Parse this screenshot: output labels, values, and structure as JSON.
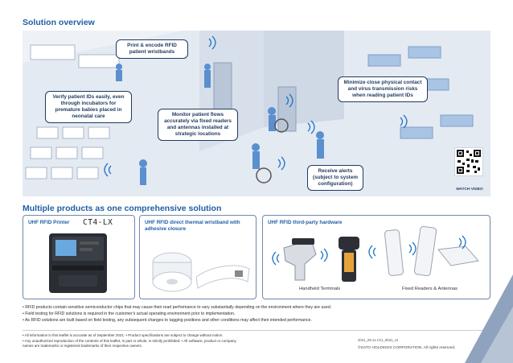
{
  "sections": {
    "solution_title": "Solution overview",
    "multi_title": "Multiple products as one comprehensive solution"
  },
  "callouts": {
    "print": "Print & encode RFID patient wristbands",
    "verify": "Verify patient IDs easily, even through incubators for premature babies placed in neonatal care",
    "monitor": "Monitor patient flows accurately via fixed readers and antennas installed at strategic locations",
    "minimize": "Minimize close physical contact and virus transmission risks when reading patient IDs",
    "alerts": "Receive alerts (subject to system configuration)"
  },
  "watch_video": "WATCH VIDEO",
  "products": {
    "printer_title": "UHF RFID Printer",
    "printer_model": "CT4-LX",
    "wristband_title": "UHF RFID direct thermal wristband with adhesive closure",
    "hardware_title": "UHF RFID third-party hardware",
    "handheld_caption": "Handheld Terminals",
    "fixed_caption": "Fixed Readers & Antennas"
  },
  "notes": [
    "• RFID products contain sensitive semiconductor chips that may cause their read performance to vary substantially depending on the environment where they are used.",
    "• Field testing for RFID solutions is required in the customer's actual operating environment prior to implementation.",
    "• As RFID solutions are built based on field testing, any subsequent changes to tagging positions and other conditions may affect their intended performance."
  ],
  "fine_print": [
    "• All information in this leaflet is accurate as of September 2021.  • Product specifications are subject to change without notice.",
    "• Any unauthorized reproduction of the contents of this leaflet, in part or whole, is strictly prohibited.  • All software, product or company",
    "names are trademarks or registered trademarks of their respective owners."
  ],
  "doc_number": "2021_09.11.C21_0631_v2",
  "copyright": "©SATO HOLDINGS CORPORATION. All rights reserved.",
  "colors": {
    "accent": "#1f5fa6",
    "navy": "#1f3a5f",
    "wave": "#1e73c8"
  }
}
